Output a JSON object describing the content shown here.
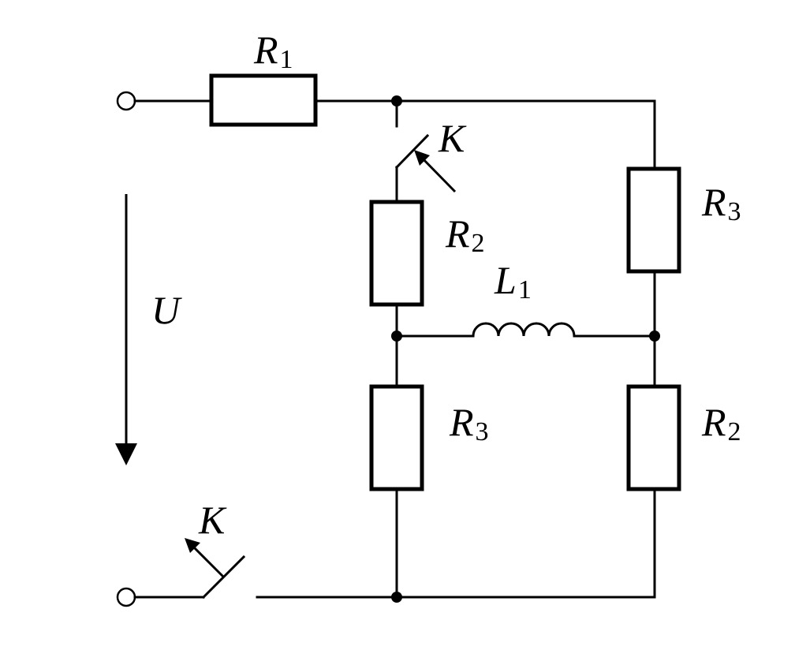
{
  "labels": {
    "r1": {
      "letter": "R",
      "sub": "1"
    },
    "r2_left": {
      "letter": "R",
      "sub": "2"
    },
    "r3_right": {
      "letter": "R",
      "sub": "3"
    },
    "r3_left": {
      "letter": "R",
      "sub": "3"
    },
    "r2_right": {
      "letter": "R",
      "sub": "2"
    },
    "l1": {
      "letter": "L",
      "sub": "1"
    },
    "k_top": {
      "letter": "K"
    },
    "k_bottom": {
      "letter": "K"
    },
    "u": {
      "letter": "U"
    }
  }
}
